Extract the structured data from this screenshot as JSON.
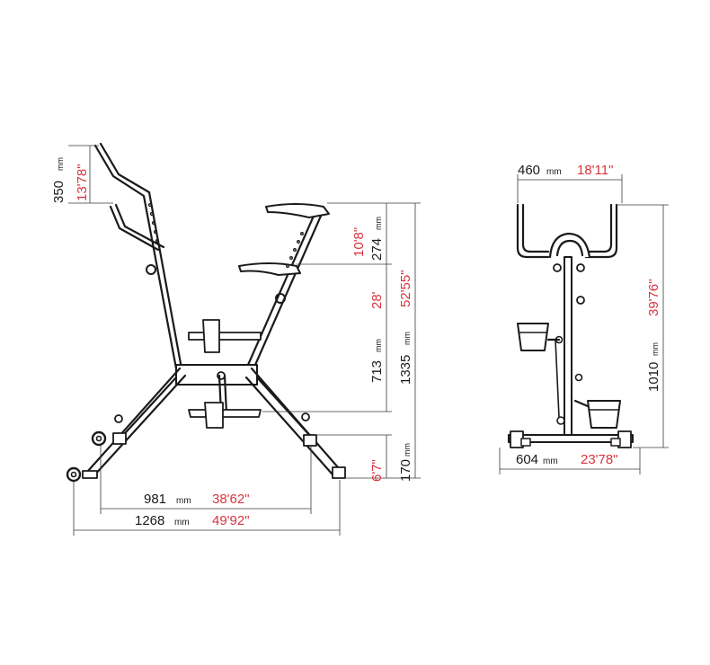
{
  "colors": {
    "line": "#1a1a1a",
    "inch": "#d8343f",
    "dim_line": "#3a3a3a"
  },
  "side_view": {
    "handlebar": {
      "mm": "350",
      "unit": "mm",
      "in": "13'78\""
    },
    "seat_adjust": {
      "mm": "274",
      "unit": "mm",
      "in": "10'8\""
    },
    "seat_low": {
      "mm": "713",
      "unit": "mm",
      "in": "28'"
    },
    "total_height": {
      "mm": "1335",
      "unit": "mm",
      "in": "52'55\""
    },
    "pedal_height": {
      "mm": "170",
      "unit": "mm",
      "in": "6'7\""
    },
    "inner_length": {
      "mm": "981",
      "unit": "mm",
      "in": "38'62\""
    },
    "total_length": {
      "mm": "1268",
      "unit": "mm",
      "in": "49'92\""
    }
  },
  "front_view": {
    "top_width": {
      "mm": "460",
      "unit": "mm",
      "in": "18'11\""
    },
    "height": {
      "mm": "1010",
      "unit": "mm",
      "in": "39'76\""
    },
    "base_width": {
      "mm": "604",
      "unit": "mm",
      "in": "23'78\""
    }
  }
}
